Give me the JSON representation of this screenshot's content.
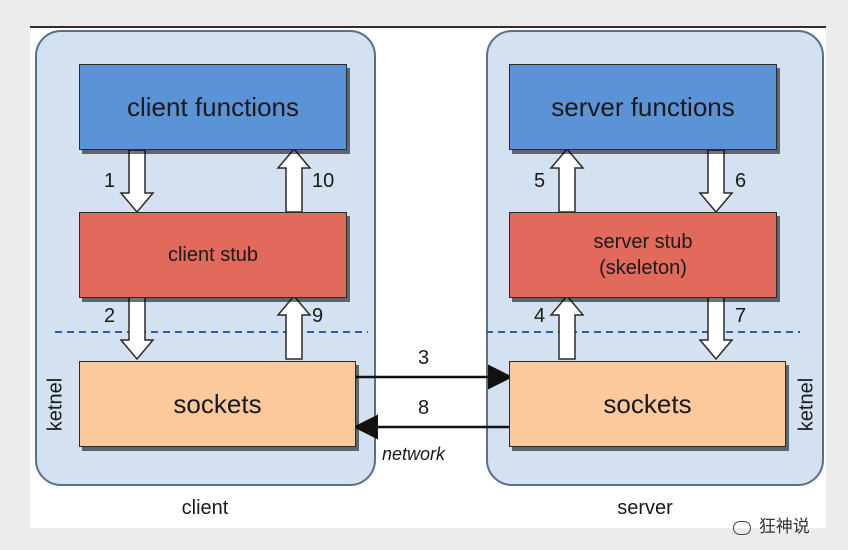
{
  "client": {
    "label": "client",
    "kernel_label": "ketnel",
    "functions": "client functions",
    "stub": "client stub",
    "sockets": "sockets"
  },
  "server": {
    "label": "server",
    "kernel_label": "ketnel",
    "functions": "server functions",
    "stub": "server stub\n(skeleton)",
    "sockets": "sockets"
  },
  "steps": [
    "1",
    "2",
    "3",
    "4",
    "5",
    "6",
    "7",
    "8",
    "9",
    "10"
  ],
  "network_label": "network",
  "watermark": "狂神说",
  "colors": {
    "functions_box": "#5b93d6",
    "stub_box": "#e26a5c",
    "sockets_box": "#fbc99b",
    "group_fill": "#d3e1f1",
    "kernel_divider": "#2f5fa8"
  }
}
